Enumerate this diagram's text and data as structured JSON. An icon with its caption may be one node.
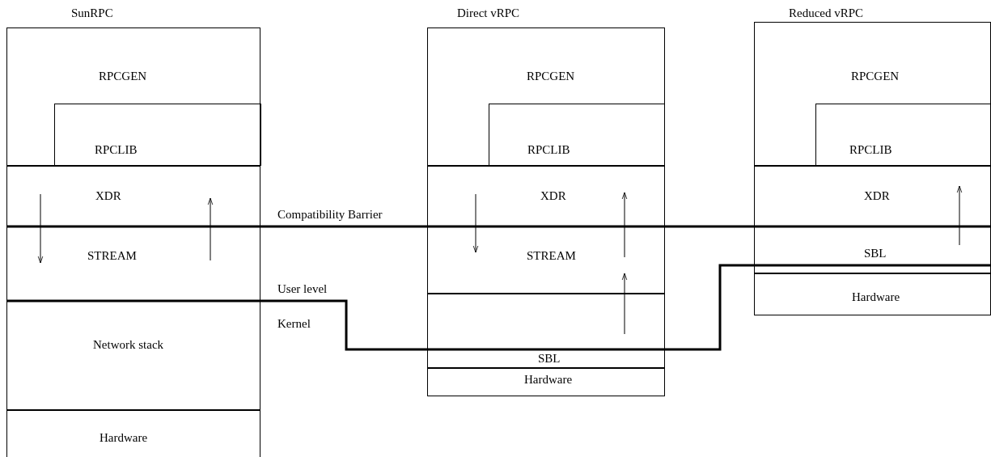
{
  "diagram": {
    "nodes": [
      {
        "text": [
          "SunRPC"
        ]
      },
      {
        "text": [
          "RPCGEN"
        ],
        "in": 0
      },
      {
        "text": [
          "RPCLIB"
        ],
        "in": 1
      },
      {
        "text": [
          "XDR"
        ],
        "in": 0
      },
      {
        "text": [
          "STREAM"
        ],
        "in": 0
      },
      {
        "text": [
          "Network stack"
        ],
        "in": 0
      },
      {
        "text": [
          "Hardware"
        ],
        "in": 0
      },
      {
        "text": [
          "Direct vRPC"
        ]
      },
      {
        "text": [
          "RPCGEN"
        ],
        "in": 7
      },
      {
        "text": [
          "RPCLIB"
        ],
        "in": 8
      },
      {
        "text": [
          "XDR"
        ],
        "in": 7
      },
      {
        "text": [
          "STREAM"
        ],
        "in": 7
      },
      {
        "text": [
          "SBL"
        ],
        "in": 7
      },
      {
        "text": [
          "Hardware"
        ],
        "in": 7
      },
      {
        "text": [
          "Reduced vRPC"
        ]
      },
      {
        "text": [
          "RPCGEN"
        ],
        "in": 14
      },
      {
        "text": [
          "RPCLIB"
        ],
        "in": 15
      },
      {
        "text": [
          "XDR"
        ],
        "in": 14
      },
      {
        "text": [
          "SBL"
        ],
        "in": 14
      },
      {
        "text": [
          "Hardware"
        ],
        "in": 14
      }
    ],
    "edges": [
      {
        "from": 3,
        "to": 4,
        "arrow": "to"
      },
      {
        "from": 4,
        "to": 3,
        "arrow": "to"
      },
      {
        "from": 10,
        "to": 11,
        "arrow": "to"
      },
      {
        "from": 11,
        "to": 10,
        "arrow": "to"
      },
      {
        "from": 12,
        "to": 11,
        "arrow": "to"
      },
      {
        "from": 18,
        "to": 17,
        "arrow": "to"
      }
    ],
    "labels": [
      "Compatibility Barrier",
      "User level",
      "Kernel"
    ]
  }
}
